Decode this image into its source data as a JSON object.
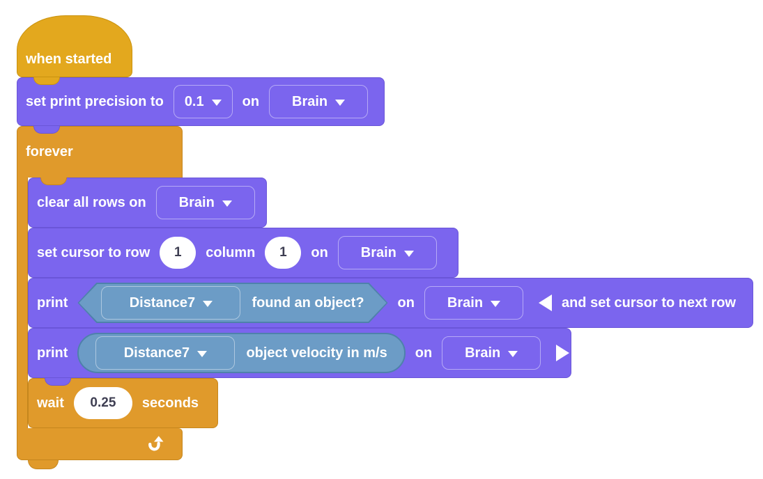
{
  "colors": {
    "event_gold": "#E3A81E",
    "control_orange": "#E09A2B",
    "action_purple": "#7B65EE",
    "sensing_blue": "#6C9CC6",
    "sensing_blue_border": "#4E81AB",
    "input_text": "#3E3E52"
  },
  "blocks": {
    "when_started": {
      "label": "when started"
    },
    "set_print_precision": {
      "prefix": "set print precision to",
      "precision": {
        "value": "0.1"
      },
      "on": "on",
      "device": {
        "value": "Brain"
      }
    },
    "forever": {
      "label": "forever"
    },
    "clear_all_rows": {
      "prefix": "clear all rows on",
      "device": {
        "value": "Brain"
      }
    },
    "set_cursor": {
      "prefix": "set cursor to row",
      "row": {
        "value": "1"
      },
      "column_label": "column",
      "column": {
        "value": "1"
      },
      "on": "on",
      "device": {
        "value": "Brain"
      }
    },
    "print_found_object": {
      "prefix": "print",
      "sensor": {
        "value": "Distance7"
      },
      "condition": "found an object?",
      "on": "on",
      "device": {
        "value": "Brain"
      },
      "suffix": "and set cursor to next row"
    },
    "print_velocity": {
      "prefix": "print",
      "sensor": {
        "value": "Distance7"
      },
      "reporter": "object velocity in m/s",
      "on": "on",
      "device": {
        "value": "Brain"
      }
    },
    "wait": {
      "prefix": "wait",
      "seconds": {
        "value": "0.25"
      },
      "suffix": "seconds"
    }
  },
  "icons": {
    "dropdown_caret": "triangle-down",
    "collapse": "triangle-left",
    "expand": "triangle-right",
    "loop": "loop-arrow"
  }
}
